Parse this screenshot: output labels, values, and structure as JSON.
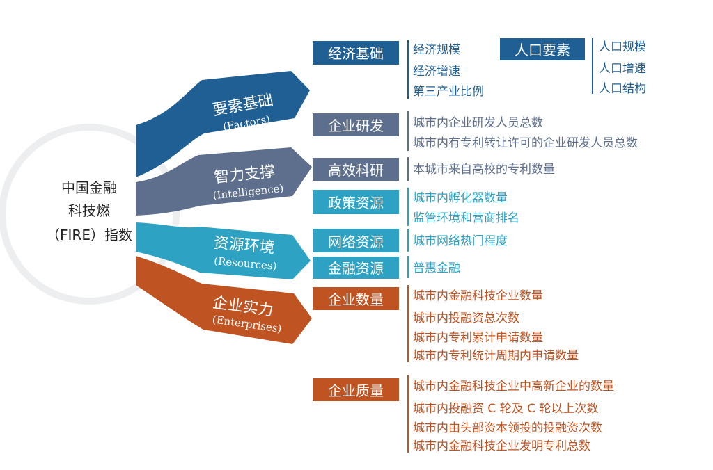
{
  "center": {
    "lines": [
      "中国金融",
      "科技燃",
      "（FIRE）指数"
    ]
  },
  "branches": [
    {
      "id": "factors",
      "cn": "要素基础",
      "en": "(Factors)",
      "color": "#1f5f93",
      "groups": [
        {
          "id": "econ",
          "label": "经济基础",
          "color": "#1f5f93",
          "items": [
            "经济规模",
            "经济增速",
            "第三产业比例"
          ]
        },
        {
          "id": "pop",
          "label": "人口要素",
          "color": "#1f5f93",
          "items": [
            "人口规模",
            "人口增速",
            "人口结构"
          ]
        }
      ]
    },
    {
      "id": "intel",
      "cn": "智力支撑",
      "en": "(Intelligence)",
      "color": "#5e6f8d",
      "groups": [
        {
          "id": "rd",
          "label": "企业研发",
          "color": "#5e6f8d",
          "items": [
            "城市内企业研发人员总数",
            "城市内有专利转让许可的企业研发人员总数"
          ]
        },
        {
          "id": "sci",
          "label": "高效科研",
          "color": "#5e6f8d",
          "items": [
            "本城市来自高校的专利数量"
          ]
        }
      ]
    },
    {
      "id": "res",
      "cn": "资源环境",
      "en": "(Resources)",
      "color": "#2ea2c3",
      "groups": [
        {
          "id": "policy",
          "label": "政策资源",
          "color": "#2ea2c3",
          "items": [
            "城市内孵化器数量",
            "监管环境和营商排名"
          ]
        },
        {
          "id": "net",
          "label": "网络资源",
          "color": "#2ea2c3",
          "items": [
            "城市网络热门程度"
          ]
        },
        {
          "id": "fin",
          "label": "金融资源",
          "color": "#2ea2c3",
          "items": [
            "普惠金融"
          ]
        }
      ]
    },
    {
      "id": "ent",
      "cn": "企业实力",
      "en": "(Enterprises)",
      "color": "#bf5321",
      "groups": [
        {
          "id": "qty",
          "label": "企业数量",
          "color": "#bf5321",
          "items": [
            "城市内金融科技企业数量",
            "城市内投融资总次数",
            "城市内专利累计申请数量",
            "城市内专利统计周期内申请数量"
          ]
        },
        {
          "id": "qual",
          "label": "企业质量",
          "color": "#bf5321",
          "items": [
            "城市内金融科技企业中高新企业的数量",
            "城市内投融资 C 轮及 C 轮以上次数",
            "城市内由头部资本领投的投融资次数",
            "城市内金融科技企业发明专利总数"
          ]
        }
      ]
    }
  ]
}
